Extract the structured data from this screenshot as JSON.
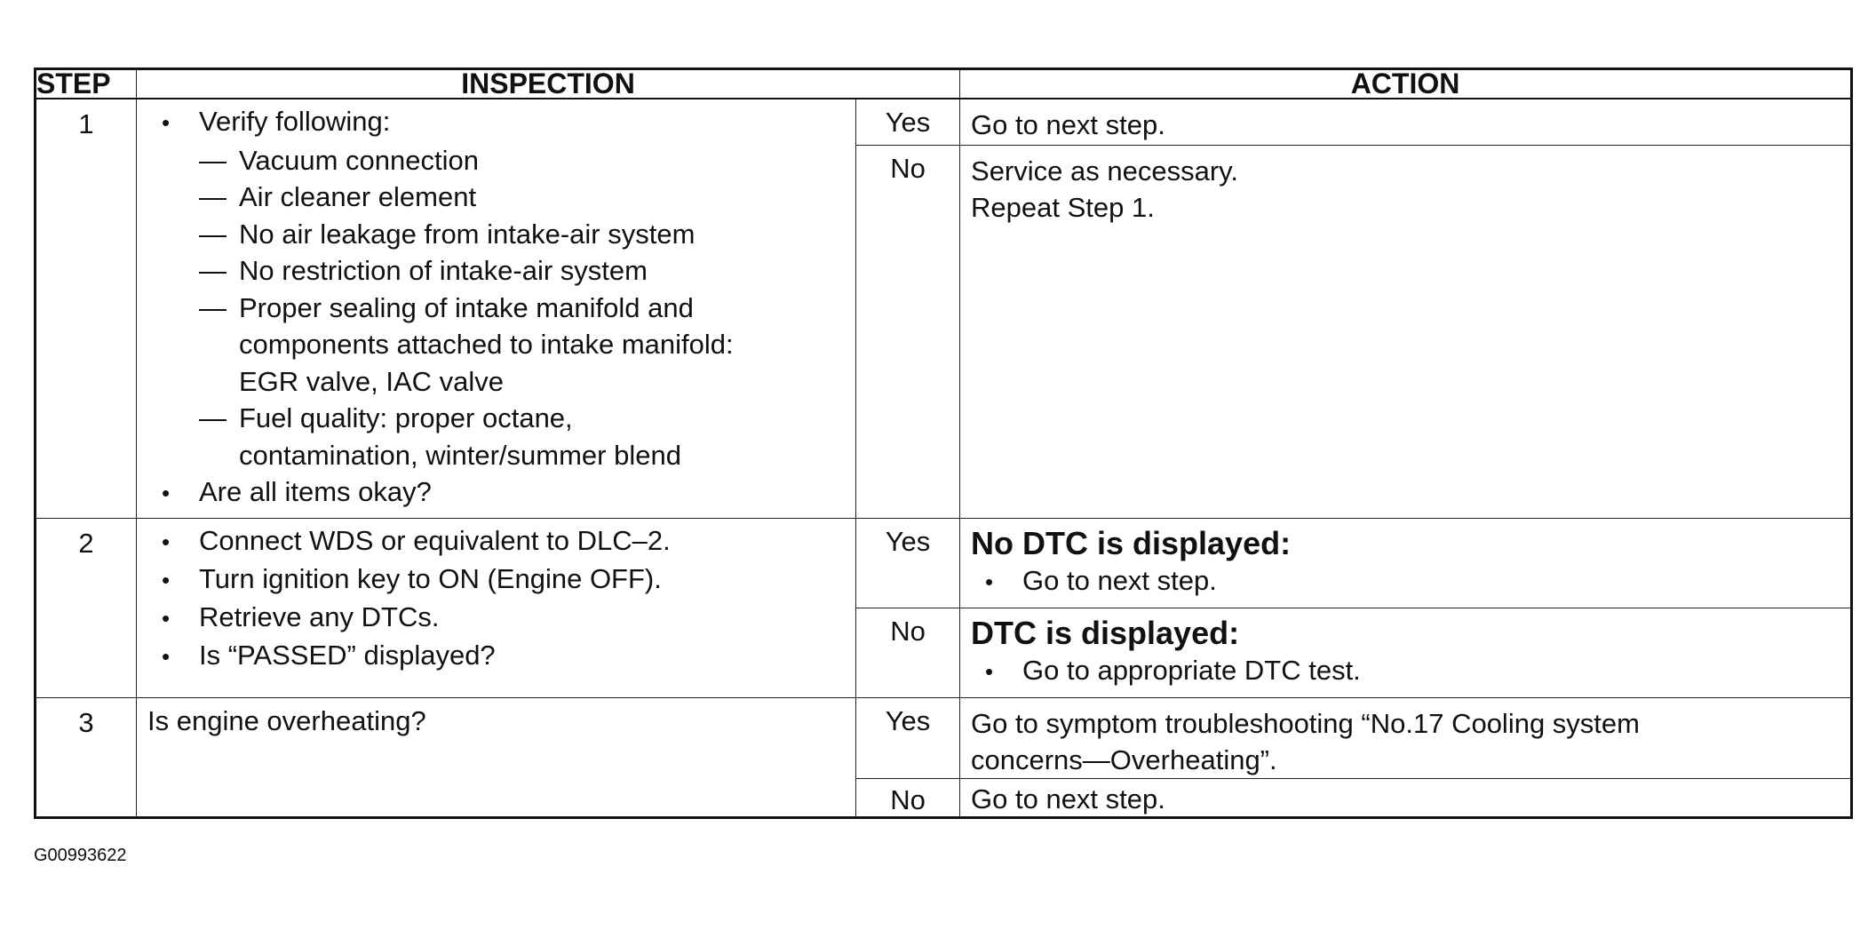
{
  "headers": {
    "step": "STEP",
    "inspection": "INSPECTION",
    "action": "ACTION"
  },
  "rows": [
    {
      "step": "1",
      "inspection": {
        "bullet1": "Verify following:",
        "dashes": [
          "Vacuum connection",
          "Air cleaner element",
          "No air leakage from intake-air system",
          "No restriction of intake-air system",
          "Proper sealing of intake manifold and",
          "Fuel quality: proper octane,"
        ],
        "cont1a": "components attached to intake manifold:",
        "cont1b": "EGR valve, IAC valve",
        "cont2": "contamination, winter/summer blend",
        "bullet2": "Are all items okay?"
      },
      "yes": "Yes",
      "yes_action": "Go to next step.",
      "no": "No",
      "no_action_line1": "Service as necessary.",
      "no_action_line2": "Repeat Step 1."
    },
    {
      "step": "2",
      "inspection": [
        "Connect WDS or equivalent to DLC–2.",
        "Turn ignition key to ON (Engine OFF).",
        "Retrieve any DTCs.",
        "Is “PASSED” displayed?"
      ],
      "yes": "Yes",
      "yes_head": "No DTC is displayed:",
      "yes_sub": "Go to next step.",
      "no": "No",
      "no_head": "DTC is displayed:",
      "no_sub": "Go to appropriate DTC test."
    },
    {
      "step": "3",
      "inspection": "Is engine overheating?",
      "yes": "Yes",
      "yes_action_line1": "Go to symptom troubleshooting “No.17 Cooling system",
      "yes_action_line2": "concerns—Overheating”.",
      "no": "No",
      "no_action": "Go to next step."
    }
  ],
  "figure_id": "G00993622",
  "glyphs": {
    "bullet": "•",
    "dash": "—"
  }
}
